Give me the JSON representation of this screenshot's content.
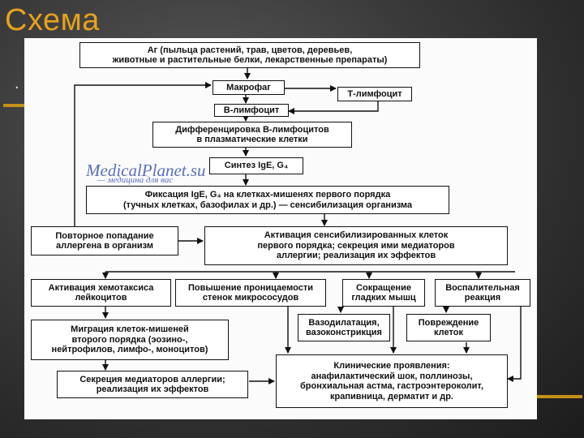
{
  "slide": {
    "title": "Схема",
    "bullet": "."
  },
  "watermark": {
    "text": "MedicalPlanet.su",
    "subtext": "— медицина для вас"
  },
  "diagram": {
    "nodes": {
      "antigen": "Аг (пыльца растений, трав, цветов, деревьев,\nживотные и растительные белки, лекарственные препараты)",
      "macrophage": "Макрофаг",
      "t_lymphocyte": "Т-лимфоцит",
      "b_lymphocyte": "В-лимфоцит",
      "differentiation": "Дифференцировка В-лимфоцитов\nв плазматические клетки",
      "synthesis": "Синтез IgE, G₄",
      "fixation": "Фиксация IgE, G₄ на клетках-мишенях первого порядка\n(тучных клетках, базофилах и др.) — сенсибилизация организма",
      "repeat_entry": "Повторное попадание\nаллергена в организм",
      "activation": "Активация сенсибилизированных клеток\nпервого порядка; секреция ими медиаторов\nаллергии; реализация их эффектов",
      "chemotaxis": "Активация хемотаксиса\nлейкоцитов",
      "permeability": "Повышение проницаемости\nстенок микрососудов",
      "contraction": "Сокращение\nгладких мышц",
      "inflammation": "Воспалительная\nреакция",
      "vaso": "Вазодилатация,\nвазоконстрикция",
      "damage": "Повреждение\nклеток",
      "migration": "Миграция клеток-мишеней\nвторого порядка (эозино-,\nнейтрофилов, лимфо-, моноцитов)",
      "secretion": "Секреция медиаторов аллергии;\nреализация их эффектов",
      "clinical": "Клинические проявления:\nанафилактический шок, поллинозы,\nбронхиальная астма, гастроэнтероколит,\nкрапивница, дерматит и др."
    }
  }
}
